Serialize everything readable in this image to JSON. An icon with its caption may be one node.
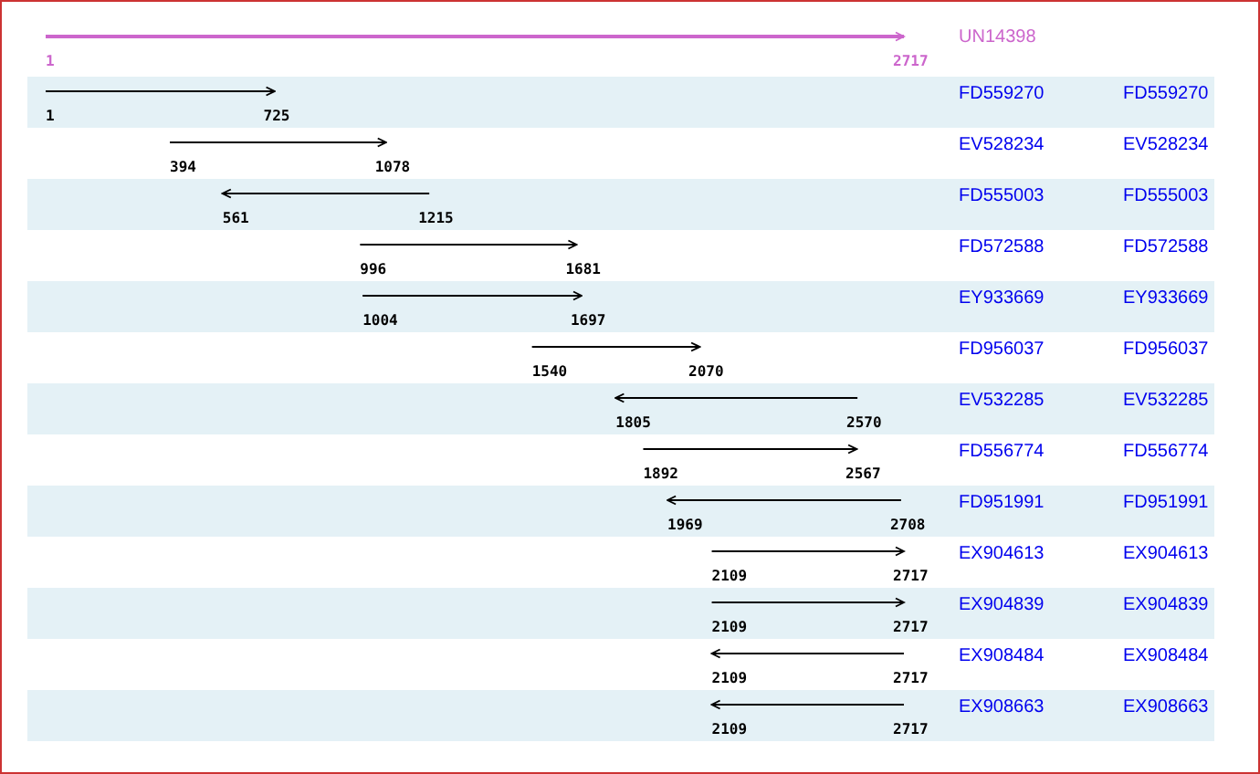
{
  "diagram": {
    "labels": [
      "UN14398",
      "1",
      "2717",
      "FD559270",
      "FD559270",
      "1",
      "725",
      "EV528234",
      "EV528234",
      "394",
      "1078",
      "FD555003",
      "FD555003",
      "561",
      "1215",
      "FD572588",
      "FD572588",
      "996",
      "1681",
      "EY933669",
      "EY933669",
      "1004",
      "1697",
      "FD956037",
      "FD956037",
      "1540",
      "2070",
      "EV532285",
      "EV532285",
      "1805",
      "2570",
      "FD556774",
      "FD556774",
      "1892",
      "2567",
      "FD951991",
      "FD951991",
      "1969",
      "2708",
      "EX904613",
      "EX904613",
      "2109",
      "2717",
      "EX904839",
      "EX904839",
      "2109",
      "2717",
      "EX908484",
      "EX908484",
      "2109",
      "2717",
      "EX908663",
      "EX908663",
      "2109",
      "2717"
    ]
  }
}
